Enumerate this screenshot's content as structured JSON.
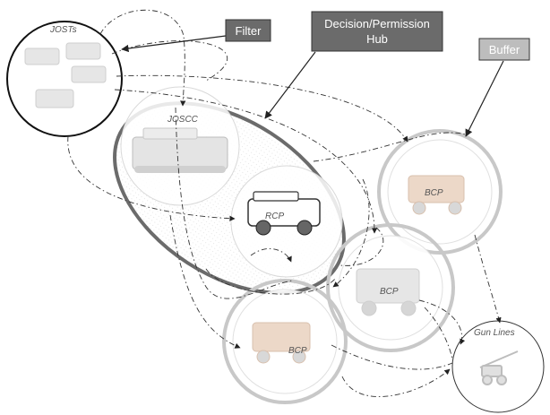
{
  "callouts": {
    "filter": "Filter",
    "hub_line1": "Decision/Permission",
    "hub_line2": "Hub",
    "buffer": "Buffer"
  },
  "nodes": {
    "josts": "JOSTs",
    "joscc": "JOSCC",
    "rcp": "RCP",
    "bcp_top": "BCP",
    "bcp_middle": "BCP",
    "bcp_bottom": "BCP",
    "gun_lines": "Gun Lines"
  },
  "colors": {
    "callout_dark": "#6b6b6b",
    "callout_light": "#bdbdbd",
    "hub_ring": "#666666",
    "buffer_ring": "#c8c8c8"
  }
}
